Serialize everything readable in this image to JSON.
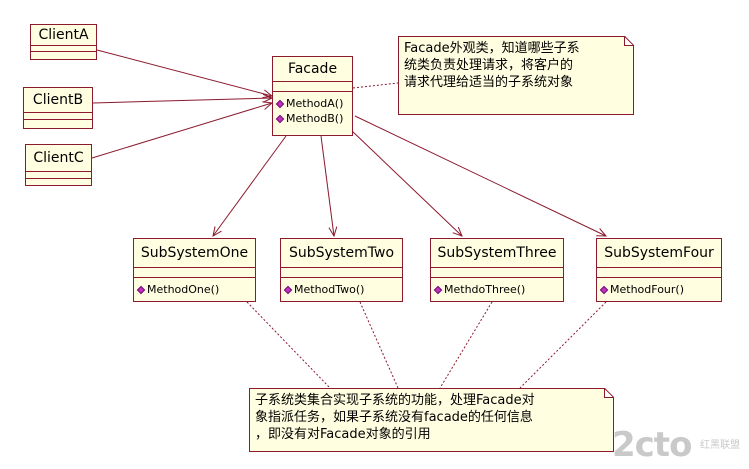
{
  "clients": [
    {
      "name": "ClientA"
    },
    {
      "name": "ClientB"
    },
    {
      "name": "ClientC"
    }
  ],
  "facade": {
    "name": "Facade",
    "methods": [
      "MethodA()",
      "MethodB()"
    ]
  },
  "subsystems": [
    {
      "name": "SubSystemOne",
      "method": "MethodOne()"
    },
    {
      "name": "SubSystemTwo",
      "method": "MethodTwo()"
    },
    {
      "name": "SubSystemThree",
      "method": "MethdoThree()"
    },
    {
      "name": "SubSystemFour",
      "method": "MethodFour()"
    }
  ],
  "notes": {
    "facade": [
      "Facade外观类，知道哪些子系",
      "统类负责处理请求，将客户的",
      "请求代理给适当的子系统对象"
    ],
    "subsystems": [
      "子系统类集合实现子系统的功能，处理Facade对",
      "象指派任务，如果子系统没有facade的任何信息",
      "，即没有对Facade对象的引用"
    ]
  },
  "watermark": {
    "logo": "2cto",
    "site": "红黑联盟"
  },
  "colors": {
    "border": "#8b1a2e",
    "fill": "#fffee0",
    "marker": "#c030c0"
  }
}
